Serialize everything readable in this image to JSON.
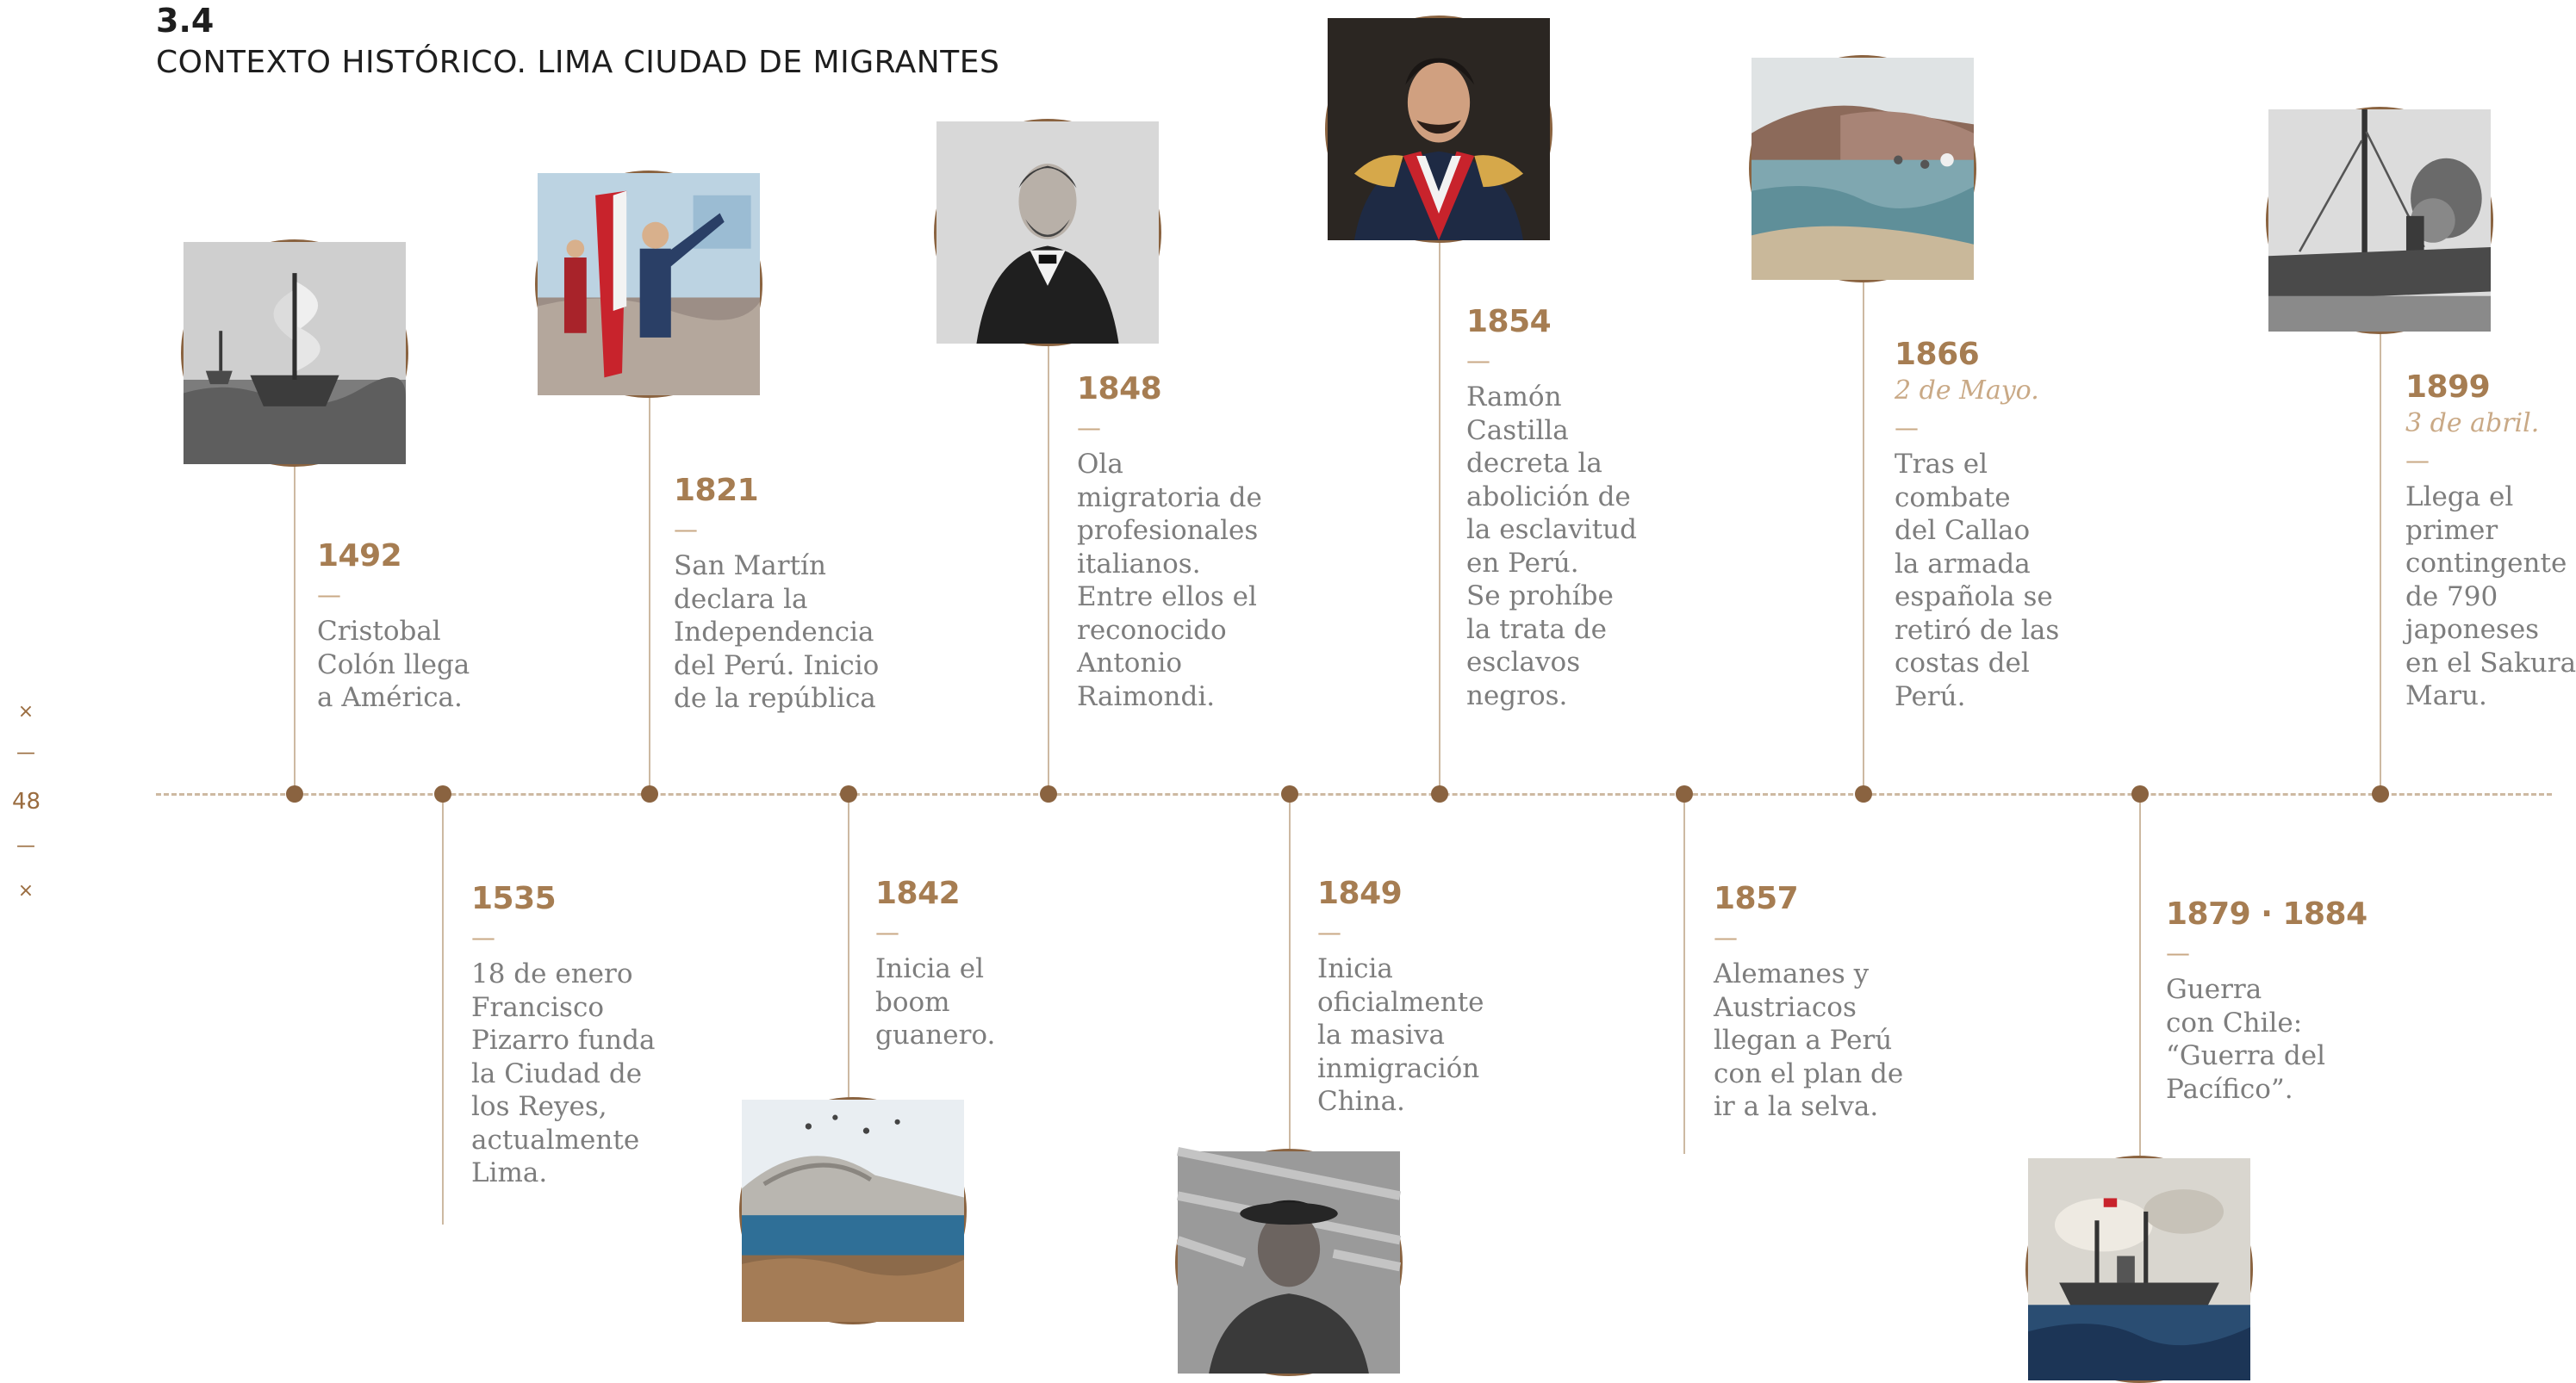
{
  "header": {
    "section_number": "3.4",
    "title": "CONTEXTO HISTÓRICO. LIMA CIUDAD DE MIGRANTES"
  },
  "page": {
    "mark_top": "×",
    "dash_top": "—",
    "number": "48",
    "dash_bottom": "—",
    "mark_bottom": "×"
  },
  "colors": {
    "accent": "#a67d52",
    "dot": "#8a6340",
    "line": "#cdb9a2",
    "text": "#7d7d7d"
  },
  "timeline": {
    "e1492": {
      "year": "1492",
      "dash": "—",
      "desc": "Cristobal\nColón llega\na América.",
      "image": "caravel-ship"
    },
    "e1535": {
      "year": "1535",
      "dash": "—",
      "desc": "18 de enero\nFrancisco\nPizarro funda\nla Ciudad de\nlos Reyes,\nactualmente\nLima."
    },
    "e1821": {
      "year": "1821",
      "dash": "—",
      "desc": "San Martín\ndeclara la\nIndependencia\ndel Perú. Inicio\nde la república",
      "image": "independence-declaration"
    },
    "e1842": {
      "year": "1842",
      "dash": "—",
      "desc": "Inicia el\nboom\nguanero.",
      "image": "guano-island"
    },
    "e1848": {
      "year": "1848",
      "dash": "—",
      "desc": "Ola\nmigratoria de\nprofesionales\nitalianos.\nEntre ellos el\nreconocido\nAntonio\nRaimondi.",
      "image": "antonio-raimondi-portrait"
    },
    "e1849": {
      "year": "1849",
      "dash": "—",
      "desc": "Inicia\noficialmente\nla masiva\ninmigración\nChina.",
      "image": "chinese-immigrant-portrait"
    },
    "e1854": {
      "year": "1854",
      "dash": "—",
      "desc": "Ramón\nCastilla\ndecreta la\nabolición de\nla esclavitud\nen Perú.\nSe prohíbe\nla trata de\nesclavos\nnegros.",
      "image": "ramon-castilla-portrait"
    },
    "e1857": {
      "year": "1857",
      "dash": "—",
      "desc": "Alemanes y\nAustriacos\nllegan a Perú\ncon el plan de\nir a la selva."
    },
    "e1866": {
      "year": "1866",
      "date": "2 de Mayo.",
      "dash": "—",
      "desc": "Tras el\ncombate\ndel Callao\nla armada\nespañola se\nretiró de las\ncostas del\nPerú.",
      "image": "callao-coast"
    },
    "e1879": {
      "year": "1879 · 1884",
      "dash": "—",
      "desc": "Guerra\ncon Chile:\n“Guerra del\nPacífico”.",
      "image": "naval-battle"
    },
    "e1899": {
      "year": "1899",
      "date": "3 de abril.",
      "dash": "—",
      "desc": "Llega el\nprimer\ncontingente\nde 790\njaponeses\nen el Sakura\nMaru.",
      "image": "sakura-maru-ship"
    }
  }
}
